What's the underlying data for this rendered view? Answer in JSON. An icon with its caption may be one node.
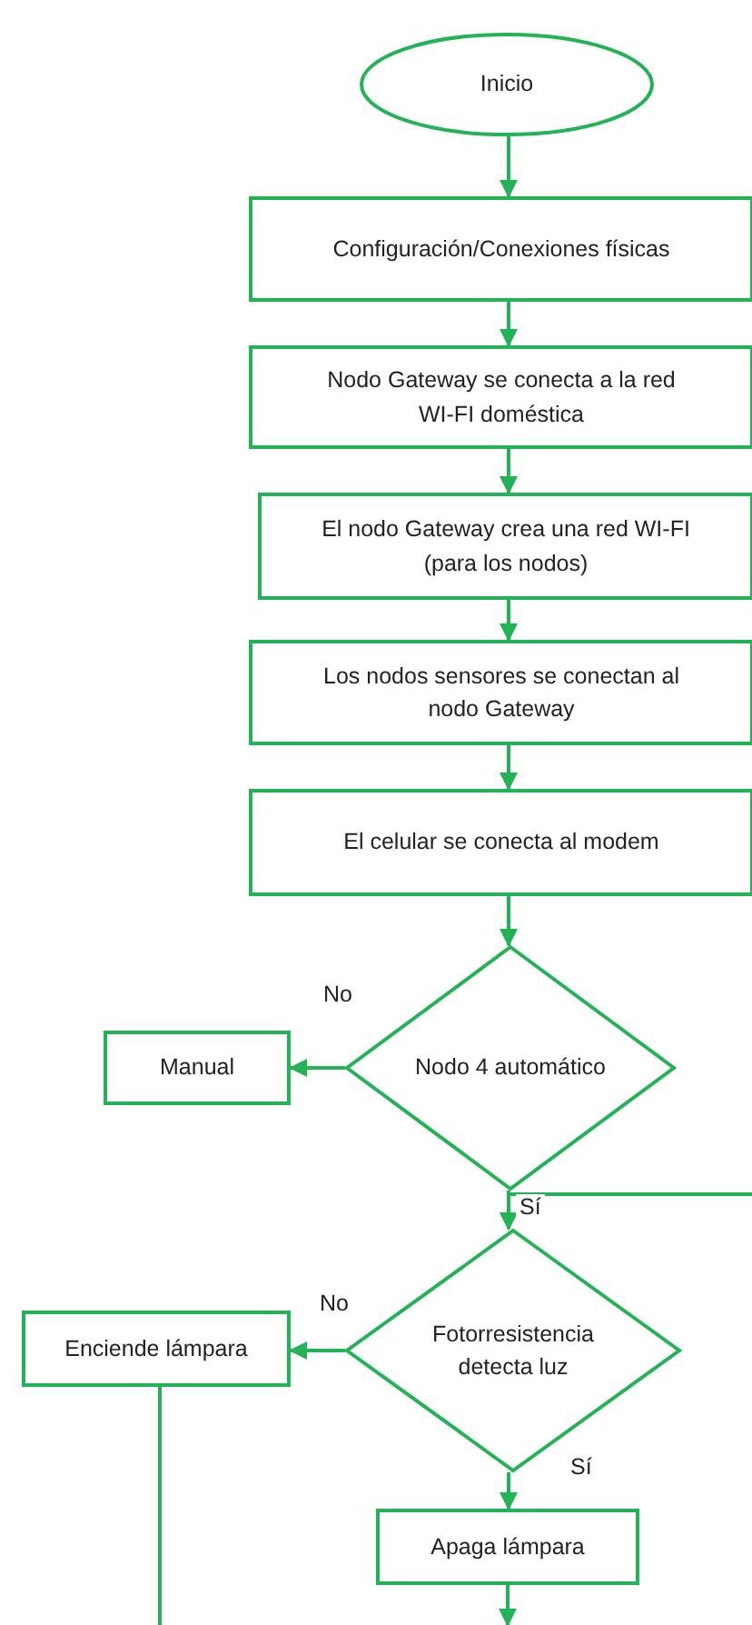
{
  "diagram": {
    "nodes": [
      {
        "text": [
          "Inicio"
        ]
      },
      {
        "text": [
          "Configuración/Conexiones físicas"
        ]
      },
      {
        "text": [
          "Nodo Gateway se conecta a la red WI-FI doméstica"
        ]
      },
      {
        "text": [
          "El nodo Gateway crea una red WI-FI  (para los nodos)"
        ]
      },
      {
        "text": [
          "Los nodos sensores se conectan al nodo Gateway"
        ]
      },
      {
        "text": [
          "El celular se conecta al modem"
        ]
      },
      {
        "text": [
          "Nodo 4 automático"
        ]
      },
      {
        "text": [
          "Manual"
        ]
      },
      {
        "text": [
          "Fotorresistencia detecta luz"
        ]
      },
      {
        "text": [
          "Enciende lámpara"
        ]
      },
      {
        "text": [
          "Apaga lámpara"
        ]
      }
    ],
    "edges": [
      {
        "from": 0,
        "to": 1,
        "arrow": "to"
      },
      {
        "from": 1,
        "to": 2,
        "arrow": "to"
      },
      {
        "from": 2,
        "to": 3,
        "arrow": "to"
      },
      {
        "from": 3,
        "to": 4,
        "arrow": "to"
      },
      {
        "from": 4,
        "to": 5,
        "arrow": "to"
      },
      {
        "from": 5,
        "to": 6,
        "arrow": "to"
      },
      {
        "from": 6,
        "to": 7,
        "arrow": "to",
        "label": "No"
      },
      {
        "from": 6,
        "to": 8,
        "arrow": "to",
        "label": "Sí"
      },
      {
        "from": null,
        "to": 8,
        "arrow": "to"
      },
      {
        "from": 8,
        "to": 9,
        "arrow": "to",
        "label": "No"
      },
      {
        "from": 8,
        "to": 10,
        "arrow": "to",
        "label": "Sí"
      },
      {
        "from": 9,
        "to": null,
        "arrow": "none"
      },
      {
        "from": 10,
        "to": null,
        "arrow": "to"
      }
    ]
  }
}
